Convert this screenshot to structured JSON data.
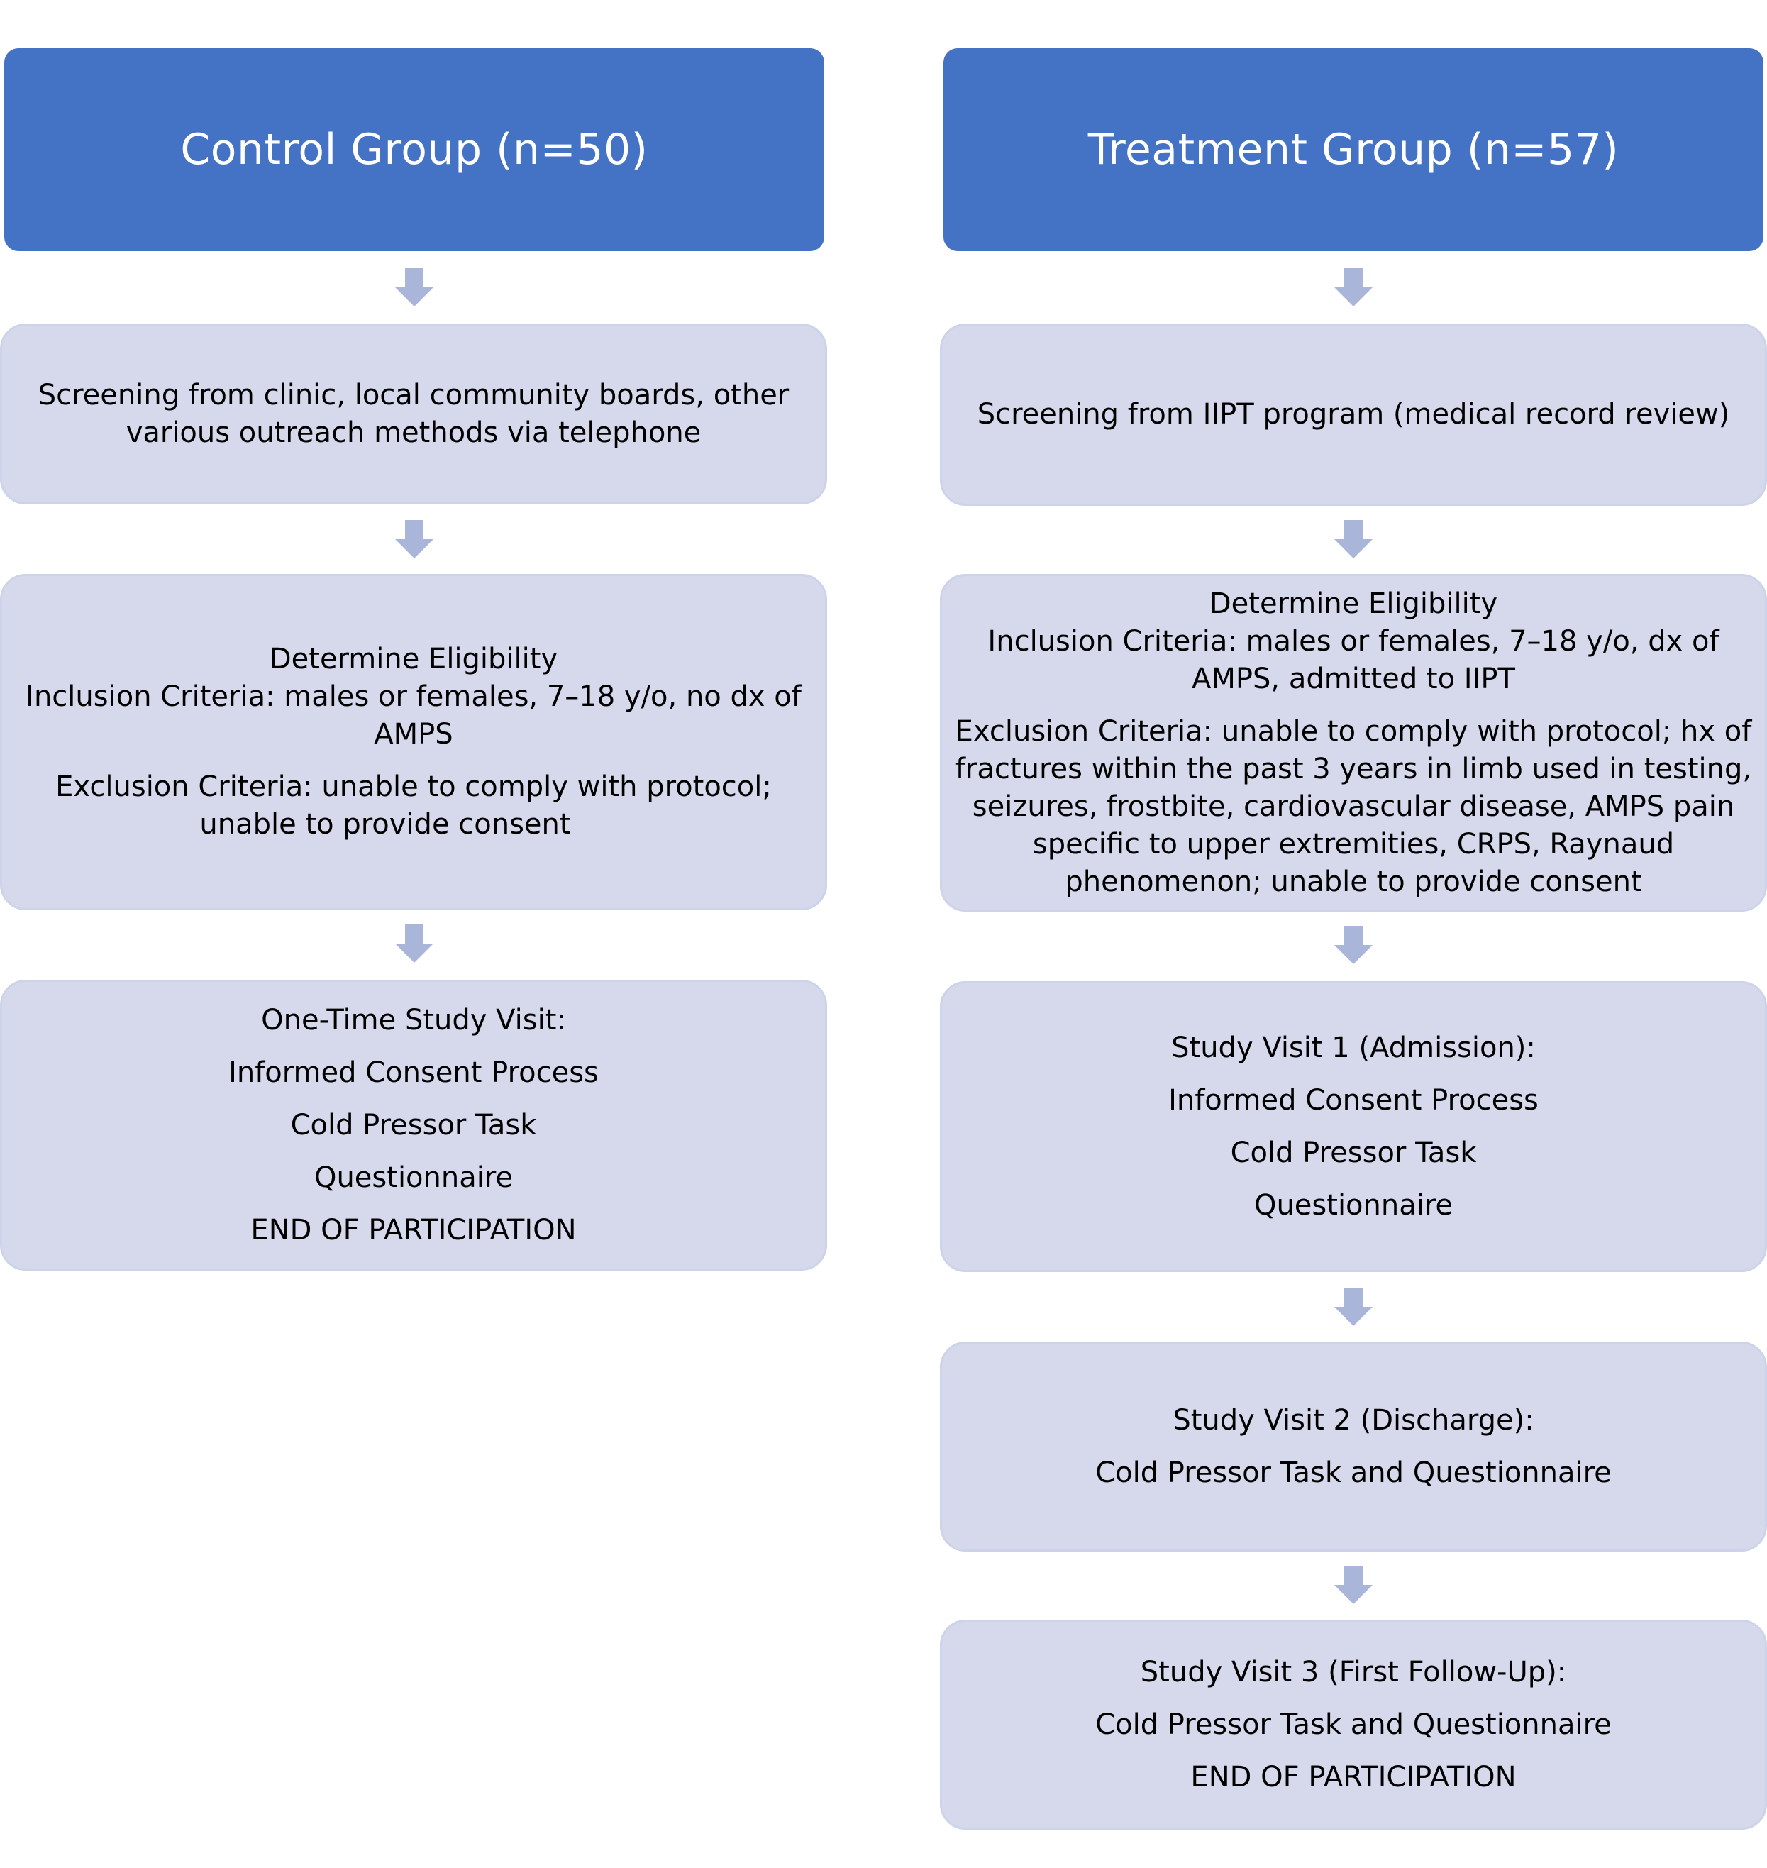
{
  "control": {
    "header": "Control Group (n=50)",
    "screening": [
      "Screening from clinic, local community boards, other",
      "various outreach methods via telephone"
    ],
    "eligibility": {
      "title": "Determine Eligibility",
      "inclusion": [
        "Inclusion Criteria: males or females, 7–18 y/o, no dx of",
        "AMPS"
      ],
      "exclusion": [
        "Exclusion Criteria: unable to comply with protocol;",
        "unable to provide consent"
      ]
    },
    "visit": {
      "title": "One-Time Study Visit:",
      "items": [
        "Informed Consent Process",
        "Cold Pressor Task",
        "Questionnaire",
        "END OF PARTICIPATION"
      ]
    }
  },
  "treatment": {
    "header": "Treatment Group (n=57)",
    "screening": [
      "Screening from IIPT program (medical record review)"
    ],
    "eligibility": {
      "title": "Determine Eligibility",
      "inclusion": [
        "Inclusion Criteria: males or females, 7–18 y/o, dx of",
        "AMPS, admitted to IIPT"
      ],
      "exclusion": [
        "Exclusion Criteria: unable to comply with protocol; hx of",
        "fractures within the past 3 years in limb used in testing,",
        "seizures, frostbite, cardiovascular disease, AMPS pain",
        "specific to upper extremities, CRPS, Raynaud",
        "phenomenon; unable to provide consent"
      ]
    },
    "visit1": {
      "title": "Study Visit 1 (Admission):",
      "items": [
        "Informed Consent Process",
        "Cold Pressor Task",
        "Questionnaire"
      ]
    },
    "visit2": {
      "title": "Study Visit 2 (Discharge):",
      "items": [
        "Cold Pressor Task and Questionnaire"
      ]
    },
    "visit3": {
      "title": "Study Visit 3 (First Follow-Up):",
      "items": [
        "Cold Pressor Task and Questionnaire",
        "END OF PARTICIPATION"
      ]
    }
  },
  "colors": {
    "header_fill": "#4472C4",
    "box_fill": "#D5D9EB",
    "arrow_fill": "#A9B6DA"
  }
}
